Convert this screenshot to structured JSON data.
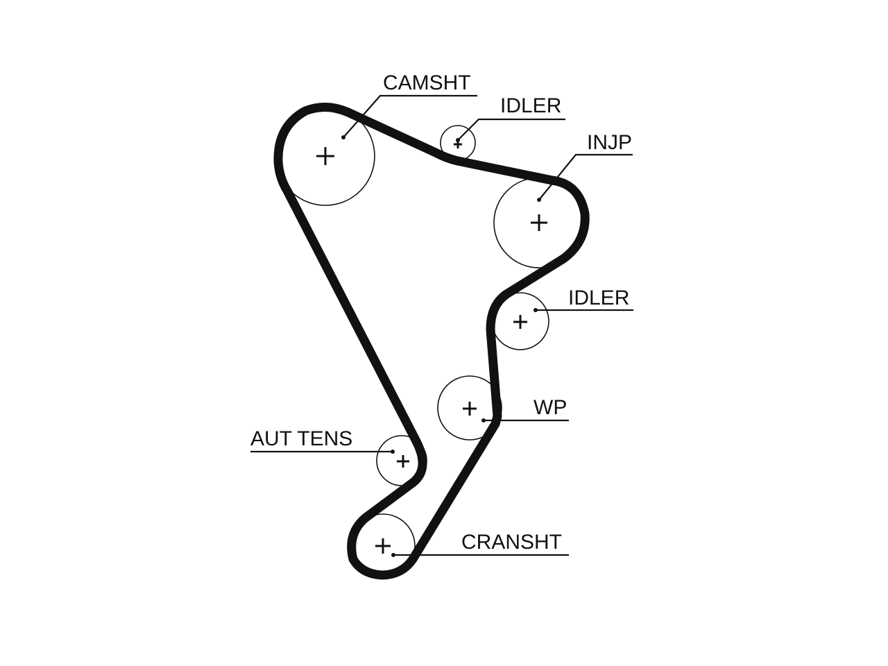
{
  "labels": {
    "camshaft": "CAMSHT",
    "idler_top": "IDLER",
    "injection_pump": "INJP",
    "idler_middle": "IDLER",
    "water_pump": "WP",
    "auto_tensioner": "AUT TENS",
    "crankshaft": "CRANSHT"
  },
  "colors": {
    "line": "#111111",
    "background": "#ffffff"
  }
}
